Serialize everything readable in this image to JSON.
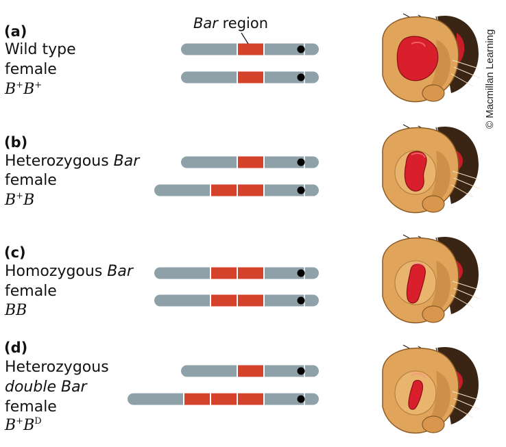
{
  "bar_region_label": {
    "italic": "Bar",
    "rest": " region"
  },
  "copyright": "© Macmillan Learning",
  "colors": {
    "chromosome": "#8ea1a9",
    "bar_region": "#d4422b",
    "centromere": "#000000",
    "eye_red": "#d81f2b",
    "head": "#e0a45a"
  },
  "panels": [
    {
      "letter": "(a)",
      "line1_plain": "Wild type",
      "line1_italic": "",
      "line2": "female",
      "genotype": {
        "base1": "B",
        "sup1": "+",
        "base2": "B",
        "sup2": "+"
      },
      "chromosomes": [
        {
          "bar_segments": 1
        },
        {
          "bar_segments": 1
        }
      ],
      "eye": "wild-type"
    },
    {
      "letter": "(b)",
      "line1_plain": "Heterozygous ",
      "line1_italic": "Bar",
      "line2": "female",
      "genotype": {
        "base1": "B",
        "sup1": "+",
        "base2": "B",
        "sup2": ""
      },
      "chromosomes": [
        {
          "bar_segments": 1
        },
        {
          "bar_segments": 2
        }
      ],
      "eye": "kidney"
    },
    {
      "letter": "(c)",
      "line1_plain": "Homozygous ",
      "line1_italic": "Bar",
      "line2": "female",
      "genotype": {
        "base1": "B",
        "sup1": "",
        "base2": "B",
        "sup2": ""
      },
      "chromosomes": [
        {
          "bar_segments": 2
        },
        {
          "bar_segments": 2
        }
      ],
      "eye": "bar"
    },
    {
      "letter": "(d)",
      "line1_plain": "Heterozygous",
      "line1_italic": "",
      "line2_italic": "double Bar",
      "line3": "female",
      "genotype": {
        "base1": "B",
        "sup1": "+",
        "base2": "B",
        "sup2": "D"
      },
      "chromosomes": [
        {
          "bar_segments": 1
        },
        {
          "bar_segments": 3
        }
      ],
      "eye": "narrow-bar"
    }
  ]
}
